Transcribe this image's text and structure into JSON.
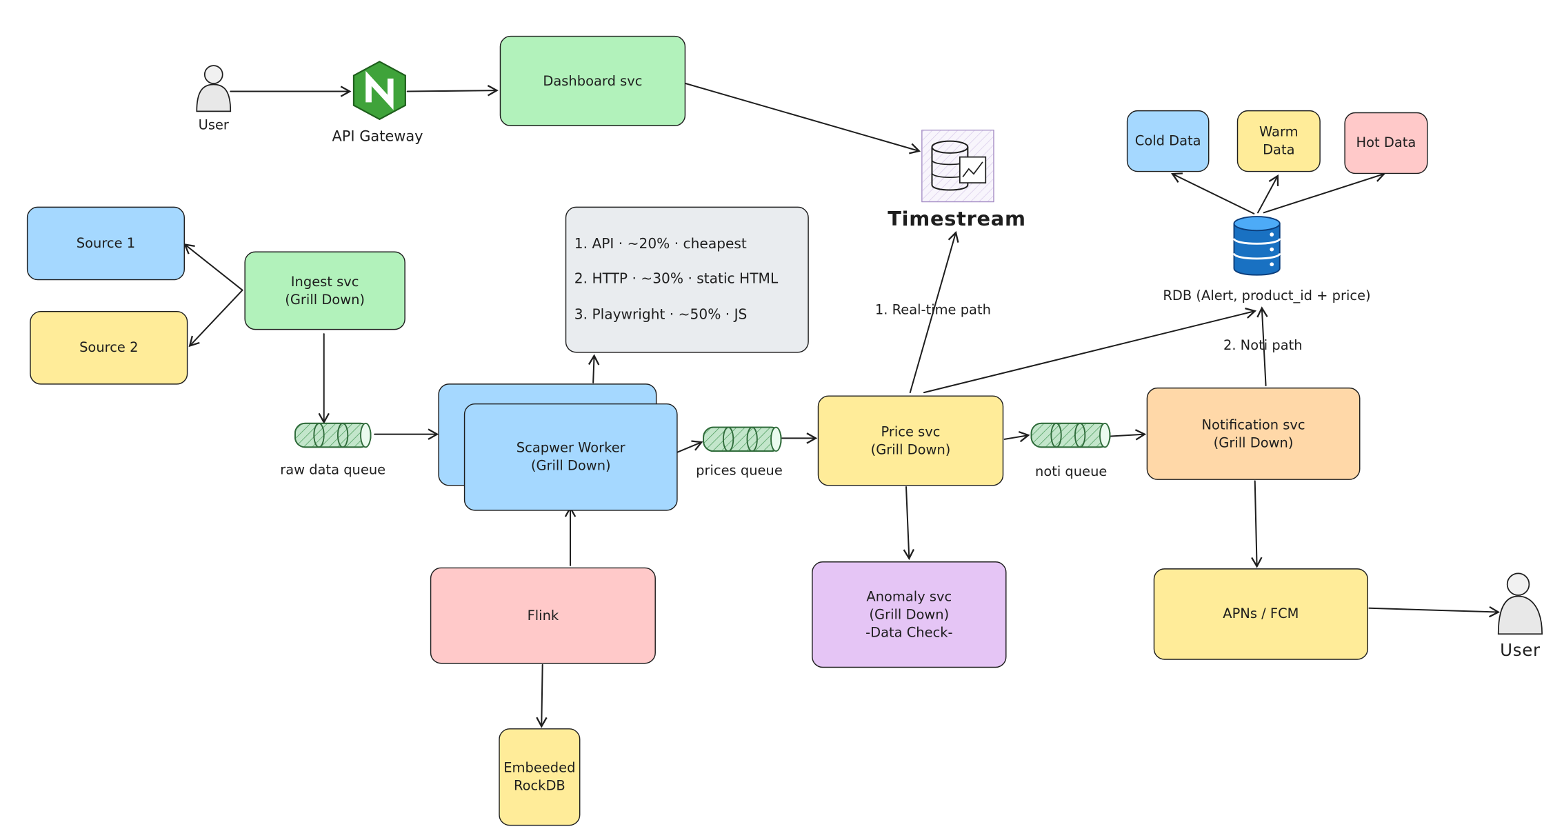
{
  "user_left": {
    "label": "User"
  },
  "api_gateway": {
    "label": "API Gateway"
  },
  "dashboard": {
    "label": "Dashboard svc"
  },
  "timestream": {
    "label": "Timestream"
  },
  "storage_tiers": {
    "cold": "Cold Data",
    "warm": "Warm Data",
    "hot": "Hot Data"
  },
  "rdb": {
    "label": "RDB (Alert, product_id + price)"
  },
  "sources": {
    "source1": "Source 1",
    "source2": "Source 2"
  },
  "ingest": {
    "label": "Ingest svc\n(Grill Down)"
  },
  "raw_queue": {
    "label": "raw data queue"
  },
  "scraper": {
    "label": "Scapwer Worker\n(Grill Down)"
  },
  "strategies": {
    "items": [
      "1. API · ~20% · cheapest",
      "2. HTTP · ~30% · static HTML",
      "3. Playwright · ~50% · JS"
    ]
  },
  "prices_queue": {
    "label": "prices queue"
  },
  "price": {
    "label": "Price svc\n(Grill Down)"
  },
  "realtime_path": {
    "label": "1. Real-time path"
  },
  "noti_queue": {
    "label": "noti queue"
  },
  "notification": {
    "label": "Notification svc\n(Grill Down)"
  },
  "noti_path": {
    "label": "2. Noti path"
  },
  "flink": {
    "label": "Flink"
  },
  "rockdb": {
    "label": "Embeeded\nRockDB"
  },
  "anomaly": {
    "label": "Anomaly svc\n(Grill Down)\n-Data Check-"
  },
  "apns": {
    "label": "APNs / FCM"
  },
  "user_right": {
    "label": "User"
  },
  "colors": {
    "green": "#b2f2bb",
    "blue": "#a5d8ff",
    "yellow": "#ffec99",
    "pink": "#ffc9c9",
    "purple": "#e5c5f5",
    "orange": "#ffd8a8",
    "gray": "#e9ecef",
    "nginx": "#3fa33a",
    "db_blue": "#1971c2",
    "queue_green": "#c3e6cb"
  }
}
